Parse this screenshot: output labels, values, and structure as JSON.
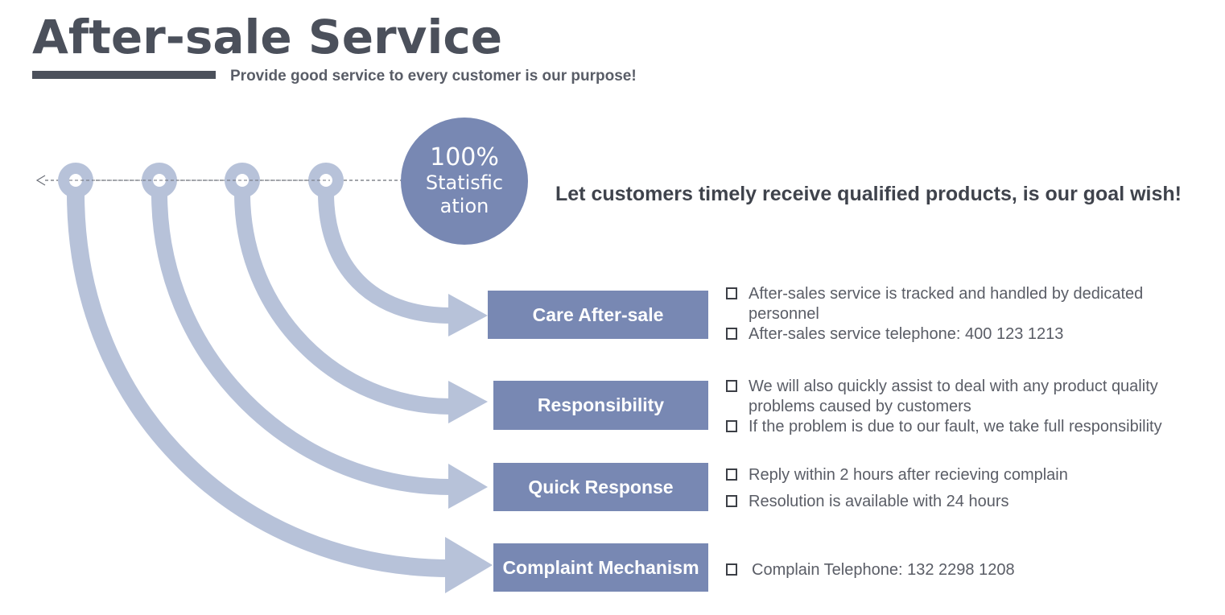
{
  "header": {
    "title": "After-sale Service",
    "subtitle": "Provide good service to every customer is our purpose!"
  },
  "center_circle": {
    "percent": "100%",
    "label": "Statisfication"
  },
  "goal": "Let customers timely receive qualified products, is our goal wish!",
  "colors": {
    "box": "#7888b3",
    "arrow": "#b7c2d9",
    "circle": "#7888b3",
    "title": "#4b505b"
  },
  "categories": [
    {
      "label": "Care After-sale",
      "items": [
        "After-sales service is tracked and handled by dedicated personnel",
        "After-sales service telephone: 400 123 1213"
      ]
    },
    {
      "label": "Responsibility",
      "items": [
        "We will also quickly assist to deal with any product quality problems caused by customers",
        "If the problem is due to our fault, we take full responsibility"
      ]
    },
    {
      "label": "Quick Response",
      "items": [
        "Reply within 2 hours after recieving complain",
        "Resolution is available with 24 hours"
      ]
    },
    {
      "label": "Complaint Mechanism",
      "items": [
        "Complain Telephone: 132 2298 1208"
      ]
    }
  ]
}
